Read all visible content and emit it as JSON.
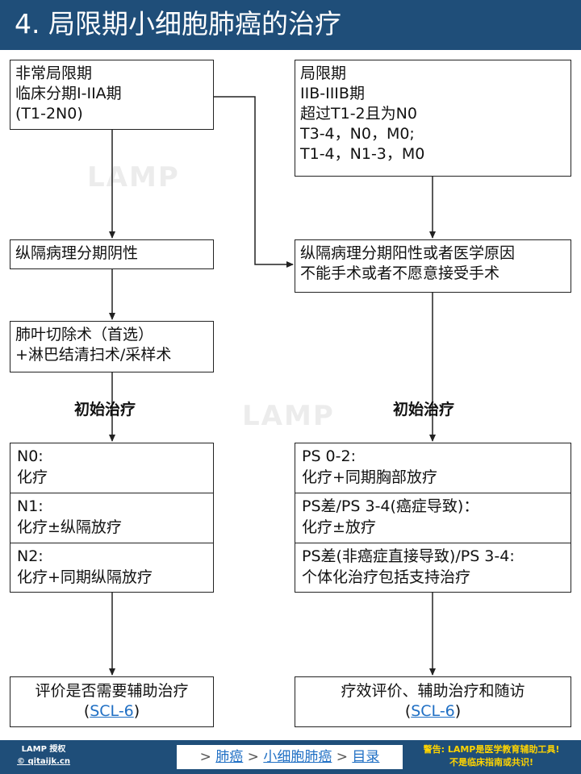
{
  "header": {
    "title": "4. 局限期小细胞肺癌的治疗"
  },
  "watermark": "LAMP",
  "left": {
    "stage_box": [
      "非常局限期",
      "临床分期I-IIA期",
      "(T1-2N0)"
    ],
    "mediastinal_box": [
      "纵隔病理分期阴性"
    ],
    "surgery_box": [
      "肺叶切除术（首选）",
      "+淋巴结清扫术/采样术"
    ],
    "initial_label": "初始治疗",
    "outcomes": [
      {
        "line1": "N0:",
        "line2": "化疗"
      },
      {
        "line1": "N1:",
        "line2": "化疗±纵隔放疗"
      },
      {
        "line1": "N2:",
        "line2": "化疗+同期纵隔放疗"
      }
    ],
    "eval_box": {
      "line1": "评价是否需要辅助治疗",
      "open": "(",
      "link": "SCL-6",
      "close": ")"
    }
  },
  "right": {
    "stage_box": [
      "局限期",
      "IIB-IIIB期",
      "超过T1-2且为N0",
      "T3-4，N0，M0;",
      "T1-4，N1-3，M0"
    ],
    "mediastinal_box": [
      "纵隔病理分期阳性或者医学原因",
      "不能手术或者不愿意接受手术"
    ],
    "initial_label": "初始治疗",
    "outcomes": [
      {
        "line1": "PS 0-2:",
        "line2": "化疗+同期胸部放疗"
      },
      {
        "line1": "PS差/PS 3-4(癌症导致)：",
        "line2": "化疗±放疗"
      },
      {
        "line1": "PS差(非癌症直接导致)/PS 3-4:",
        "line2": "个体化治疗包括支持治疗"
      }
    ],
    "eval_box": {
      "line1": "疗效评价、辅助治疗和随访",
      "open": "(",
      "link": "SCL-6",
      "close": ")"
    }
  },
  "footer": {
    "left_line1": "LAMP 授权",
    "left_line2": "© qitaijk.cn",
    "nav": {
      "sep": ">",
      "item1": "肺癌",
      "item2": "小细胞肺癌",
      "item3": "目录"
    },
    "warning_line1": "警告: LAMP是医学教育辅助工具!",
    "warning_line2": "不是临床指南或共识!"
  }
}
